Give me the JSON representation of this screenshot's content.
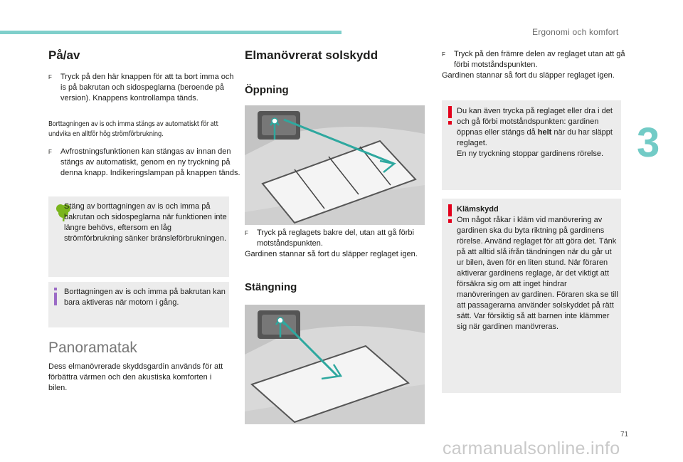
{
  "header": {
    "chapter_title": "Ergonomi och komfort",
    "chapter_number": "3"
  },
  "col1": {
    "title": "På/av",
    "bullet1": "Tryck på den här knappen för att ta bort imma och is på bakrutan och sidospeglarna (beroende på version). Knappens kontrollampa tänds.",
    "small_note": "Borttagningen av is och imma stängs av automatiskt för att undvika en alltför hög strömförbrukning.",
    "bullet2": "Avfrostningsfunktionen kan stängas av innan den stängs av automatiskt, genom en ny tryckning på denna knapp. Indikeringslampan på knappen tänds.",
    "eco_box": "Stäng av borttagningen av is och imma på bakrutan och sidospeglarna när funktionen inte längre behövs, eftersom en låg strömförbrukning sänker bränsleförbrukningen.",
    "info_box": "Borttagningen av is och imma på bakrutan kan bara aktiveras när motorn i gång.",
    "panorama_title": "Panoramatak",
    "panorama_text": "Dess elmanövrerade skyddsgardin används för att förbättra värmen och den akustiska komforten i bilen."
  },
  "col2": {
    "title": "Elmanövrerat solskydd",
    "open_title": "Öppning",
    "open_bullet": "Tryck på reglagets bakre del, utan att gå förbi motståndspunkten.",
    "open_text": "Gardinen stannar så fort du släpper reglaget igen.",
    "close_title": "Stängning"
  },
  "col3": {
    "close_bullet": "Tryck på den främre delen av reglaget utan att gå förbi motståndspunkten.",
    "close_text": "Gardinen stannar så fort du släpper reglaget igen.",
    "warn1_a": "Du kan även trycka på reglaget eller dra i det och gå förbi motståndspunkten: gardinen öppnas eller stängs då",
    "warn1_bold": "helt",
    "warn1_b": "när du har släppt reglaget.",
    "warn1_c": "En ny tryckning stoppar gardinens rörelse.",
    "warn2_title": "Klämskydd",
    "warn2_text": "Om något råkar i kläm vid manövrering av gardinen ska du byta riktning på gardinens rörelse. Använd reglaget för att göra det. Tänk på att alltid slå ifrån tändningen när du går ut ur bilen, även för en liten stund. När föraren aktiverar gardinens reglage, är det viktigt att försäkra sig om att inget hindrar manövreringen av gardinen. Föraren ska se till att passagerarna använder solskyddet på rätt sätt. Var försiktig så att barnen inte klämmer sig när gardinen manövreras."
  },
  "footer": {
    "page_number": "71",
    "watermark": "carmanualsonline.info"
  },
  "colors": {
    "accent": "#7fcfcb",
    "chapter_number": "#72cbc6",
    "box_bg": "#ececec",
    "eco_green": "#7ab51d",
    "warning_red": "#e3001b",
    "info_violet": "#9b6bc6"
  },
  "icons": {
    "bullet_marker": "F",
    "eco": "eco-leaf-icon",
    "info": "info-icon",
    "warning": "warning-exclamation-icon"
  }
}
